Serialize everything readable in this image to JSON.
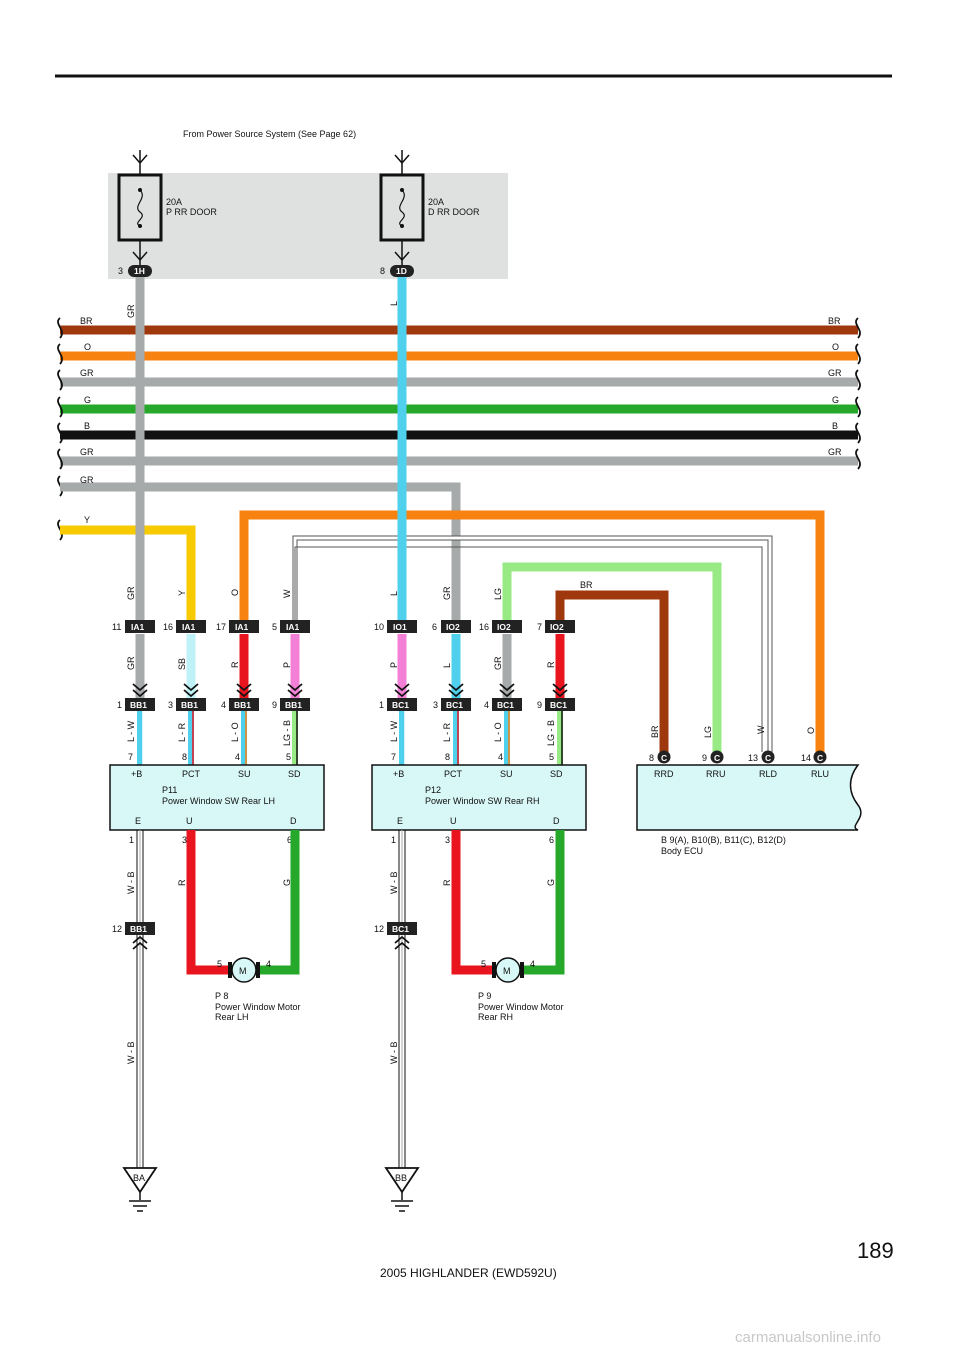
{
  "header": {
    "source": "From Power Source System (See Page 62)",
    "page_number": "189",
    "footer": "2005 HIGHLANDER (EWD592U)",
    "watermark": "carmanualsonline.info"
  },
  "fuses": [
    {
      "rating": "20A",
      "name": "P RR DOOR",
      "pin": "3",
      "connector": "1H"
    },
    {
      "rating": "20A",
      "name": "D RR DOOR",
      "pin": "8",
      "connector": "1D"
    }
  ],
  "fuse_out_colors": [
    "GR",
    "L"
  ],
  "buses": [
    {
      "label": "BR",
      "color": "#a0380e"
    },
    {
      "label": "O",
      "color": "#f7820f"
    },
    {
      "label": "GR",
      "color": "#a6aaaa"
    },
    {
      "label": "G",
      "color": "#26a82a"
    },
    {
      "label": "B",
      "color": "#111111"
    },
    {
      "label": "GR",
      "color": "#a6aaaa"
    }
  ],
  "left_wires": [
    {
      "label": "GR",
      "color": "#a6aaaa"
    },
    {
      "label": "Y",
      "color": "#f7ca00"
    }
  ],
  "lh_top": {
    "labels": [
      "GR",
      "Y",
      "O",
      "W"
    ],
    "pins": [
      "11",
      "16",
      "17",
      "5"
    ],
    "conn": [
      "IA1",
      "IA1",
      "IA1",
      "IA1"
    ],
    "mid_labels": [
      "GR",
      "SB",
      "R",
      "P"
    ],
    "bb_pins": [
      "1",
      "3",
      "4",
      "9"
    ],
    "bb_conn": [
      "BB1",
      "BB1",
      "BB1",
      "BB1"
    ],
    "low_labels": [
      "L - W",
      "L - R",
      "L - O",
      "LG - B"
    ],
    "sw_pins": [
      "7",
      "8",
      "4",
      "5"
    ]
  },
  "rh_top": {
    "labels": [
      "L",
      "GR",
      "LG",
      "BR"
    ],
    "pins": [
      "10",
      "6",
      "16",
      "7"
    ],
    "conn": [
      "IO1",
      "IO2",
      "IO2",
      "IO2"
    ],
    "mid_labels": [
      "P",
      "L",
      "GR",
      "R"
    ],
    "bc_pins": [
      "1",
      "3",
      "4",
      "9"
    ],
    "bc_conn": [
      "BC1",
      "BC1",
      "BC1",
      "BC1"
    ],
    "low_labels": [
      "L - W",
      "L - R",
      "L - O",
      "LG - B"
    ],
    "sw_pins": [
      "7",
      "8",
      "4",
      "5"
    ]
  },
  "switch_lh": {
    "top_terms": [
      "+B",
      "PCT",
      "SU",
      "SD"
    ],
    "code": "P11",
    "name": "Power Window SW Rear LH",
    "bottom_terms": [
      "E",
      "U",
      "D"
    ],
    "bottom_pins": [
      "1",
      "3",
      "6"
    ],
    "bottom_labels": [
      "W - B",
      "R",
      "G"
    ]
  },
  "switch_rh": {
    "top_terms": [
      "+B",
      "PCT",
      "SU",
      "SD"
    ],
    "code": "P12",
    "name": "Power Window SW Rear RH",
    "bottom_terms": [
      "E",
      "U",
      "D"
    ],
    "bottom_pins": [
      "1",
      "3",
      "6"
    ],
    "bottom_labels": [
      "W - B",
      "R",
      "G"
    ]
  },
  "ecu": {
    "wire_labels": [
      "BR",
      "LG",
      "W",
      "O"
    ],
    "pins": [
      "8",
      "9",
      "13",
      "14"
    ],
    "conn": [
      "C",
      "C",
      "C",
      "C"
    ],
    "terms": [
      "RRD",
      "RRU",
      "RLD",
      "RLU"
    ],
    "codes": "B 9(A), B10(B), B11(C), B12(D)",
    "name": "Body ECU"
  },
  "motor_lh": {
    "symbol": "M",
    "pins": [
      "5",
      "4"
    ],
    "code": "P 8",
    "name_line1": "Power Window Motor",
    "name_line2": "Rear LH"
  },
  "motor_rh": {
    "symbol": "M",
    "pins": [
      "5",
      "4"
    ],
    "code": "P 9",
    "name_line1": "Power Window Motor",
    "name_line2": "Rear RH"
  },
  "ground_lh": {
    "pin": "12",
    "connector": "BB1",
    "wire": "W - B",
    "ground": "BA"
  },
  "ground_rh": {
    "pin": "12",
    "connector": "BC1",
    "wire": "W - B",
    "ground": "BB"
  }
}
